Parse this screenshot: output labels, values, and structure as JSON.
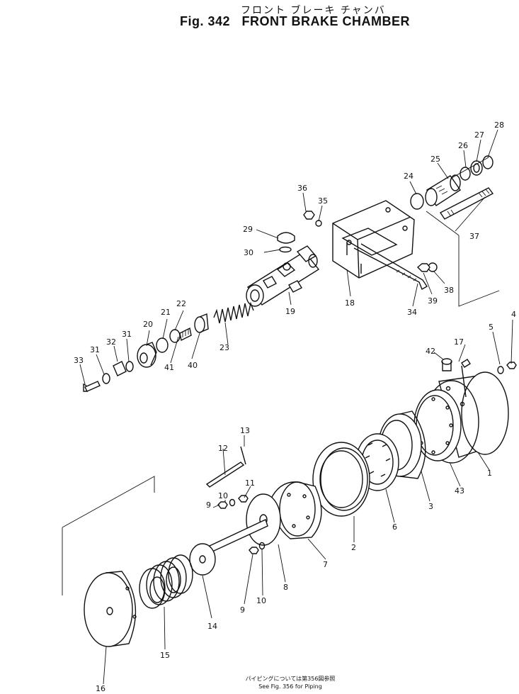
{
  "header": {
    "title_jp": "フロント ブレーキ チャンバ",
    "fig_label": "Fig. 342",
    "title": "FRONT BRAKE CHAMBER"
  },
  "footer": {
    "note_jp": "パイピングについては第356図参照",
    "note_en": "See Fig. 356 for Piping"
  },
  "callouts": [
    {
      "id": "c28",
      "text": "28"
    },
    {
      "id": "c27",
      "text": "27"
    },
    {
      "id": "c26",
      "text": "26"
    },
    {
      "id": "c25",
      "text": "25"
    },
    {
      "id": "c24",
      "text": "24"
    },
    {
      "id": "c36",
      "text": "36"
    },
    {
      "id": "c35",
      "text": "35"
    },
    {
      "id": "c29",
      "text": "29"
    },
    {
      "id": "c30",
      "text": "30"
    },
    {
      "id": "c37",
      "text": "37"
    },
    {
      "id": "c38",
      "text": "38"
    },
    {
      "id": "c39",
      "text": "39"
    },
    {
      "id": "c34",
      "text": "34"
    },
    {
      "id": "c18",
      "text": "18"
    },
    {
      "id": "c19",
      "text": "19"
    },
    {
      "id": "c22",
      "text": "22"
    },
    {
      "id": "c21",
      "text": "21"
    },
    {
      "id": "c20",
      "text": "20"
    },
    {
      "id": "c31a",
      "text": "31"
    },
    {
      "id": "c32",
      "text": "32"
    },
    {
      "id": "c31b",
      "text": "31"
    },
    {
      "id": "c33",
      "text": "33"
    },
    {
      "id": "c41",
      "text": "41"
    },
    {
      "id": "c40",
      "text": "40"
    },
    {
      "id": "c23",
      "text": "23"
    },
    {
      "id": "c4",
      "text": "4"
    },
    {
      "id": "c5",
      "text": "5"
    },
    {
      "id": "c17",
      "text": "17"
    },
    {
      "id": "c42",
      "text": "42"
    },
    {
      "id": "c13",
      "text": "13"
    },
    {
      "id": "c12",
      "text": "12"
    },
    {
      "id": "c1",
      "text": "1"
    },
    {
      "id": "c43",
      "text": "43"
    },
    {
      "id": "c3",
      "text": "3"
    },
    {
      "id": "c6",
      "text": "6"
    },
    {
      "id": "c2",
      "text": "2"
    },
    {
      "id": "c11",
      "text": "11"
    },
    {
      "id": "c10a",
      "text": "10"
    },
    {
      "id": "c9a",
      "text": "9"
    },
    {
      "id": "c7",
      "text": "7"
    },
    {
      "id": "c8",
      "text": "8"
    },
    {
      "id": "c10b",
      "text": "10"
    },
    {
      "id": "c9b",
      "text": "9"
    },
    {
      "id": "c14",
      "text": "14"
    },
    {
      "id": "c15",
      "text": "15"
    },
    {
      "id": "c16",
      "text": "16"
    }
  ]
}
